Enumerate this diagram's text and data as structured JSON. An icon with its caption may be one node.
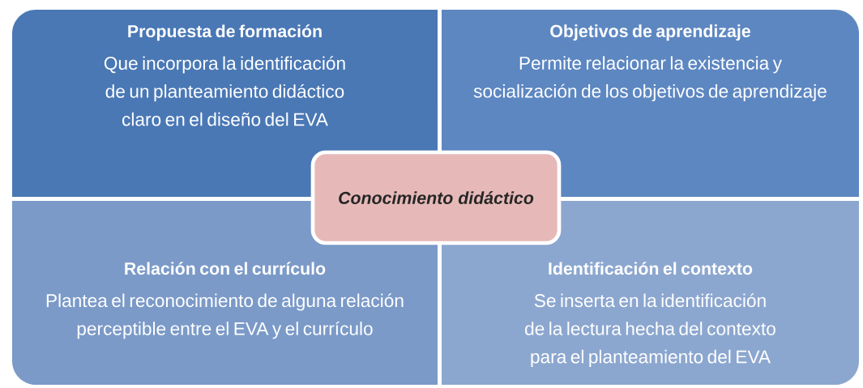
{
  "diagram": {
    "nodes": [
      {
        "text": [
          "Propuesta de formación",
          "Que incorpora la identificación de un planteamiento didáctico claro en el diseño del EVA"
        ]
      },
      {
        "text": [
          "Objetivos de aprendizaje",
          "Permite relacionar la existencia y socialización de los objetivos de aprendizaje"
        ]
      },
      {
        "text": [
          "Conocimiento didáctico"
        ]
      },
      {
        "text": [
          "Relación con  el currículo",
          "Plantea el reconocimiento de alguna relación perceptible entre el EVA y el currículo"
        ]
      },
      {
        "text": [
          "Identificación el contexto",
          "Se inserta en la identificación de la lectura  hecha del contexto para el planteamiento del EVA"
        ]
      }
    ]
  }
}
